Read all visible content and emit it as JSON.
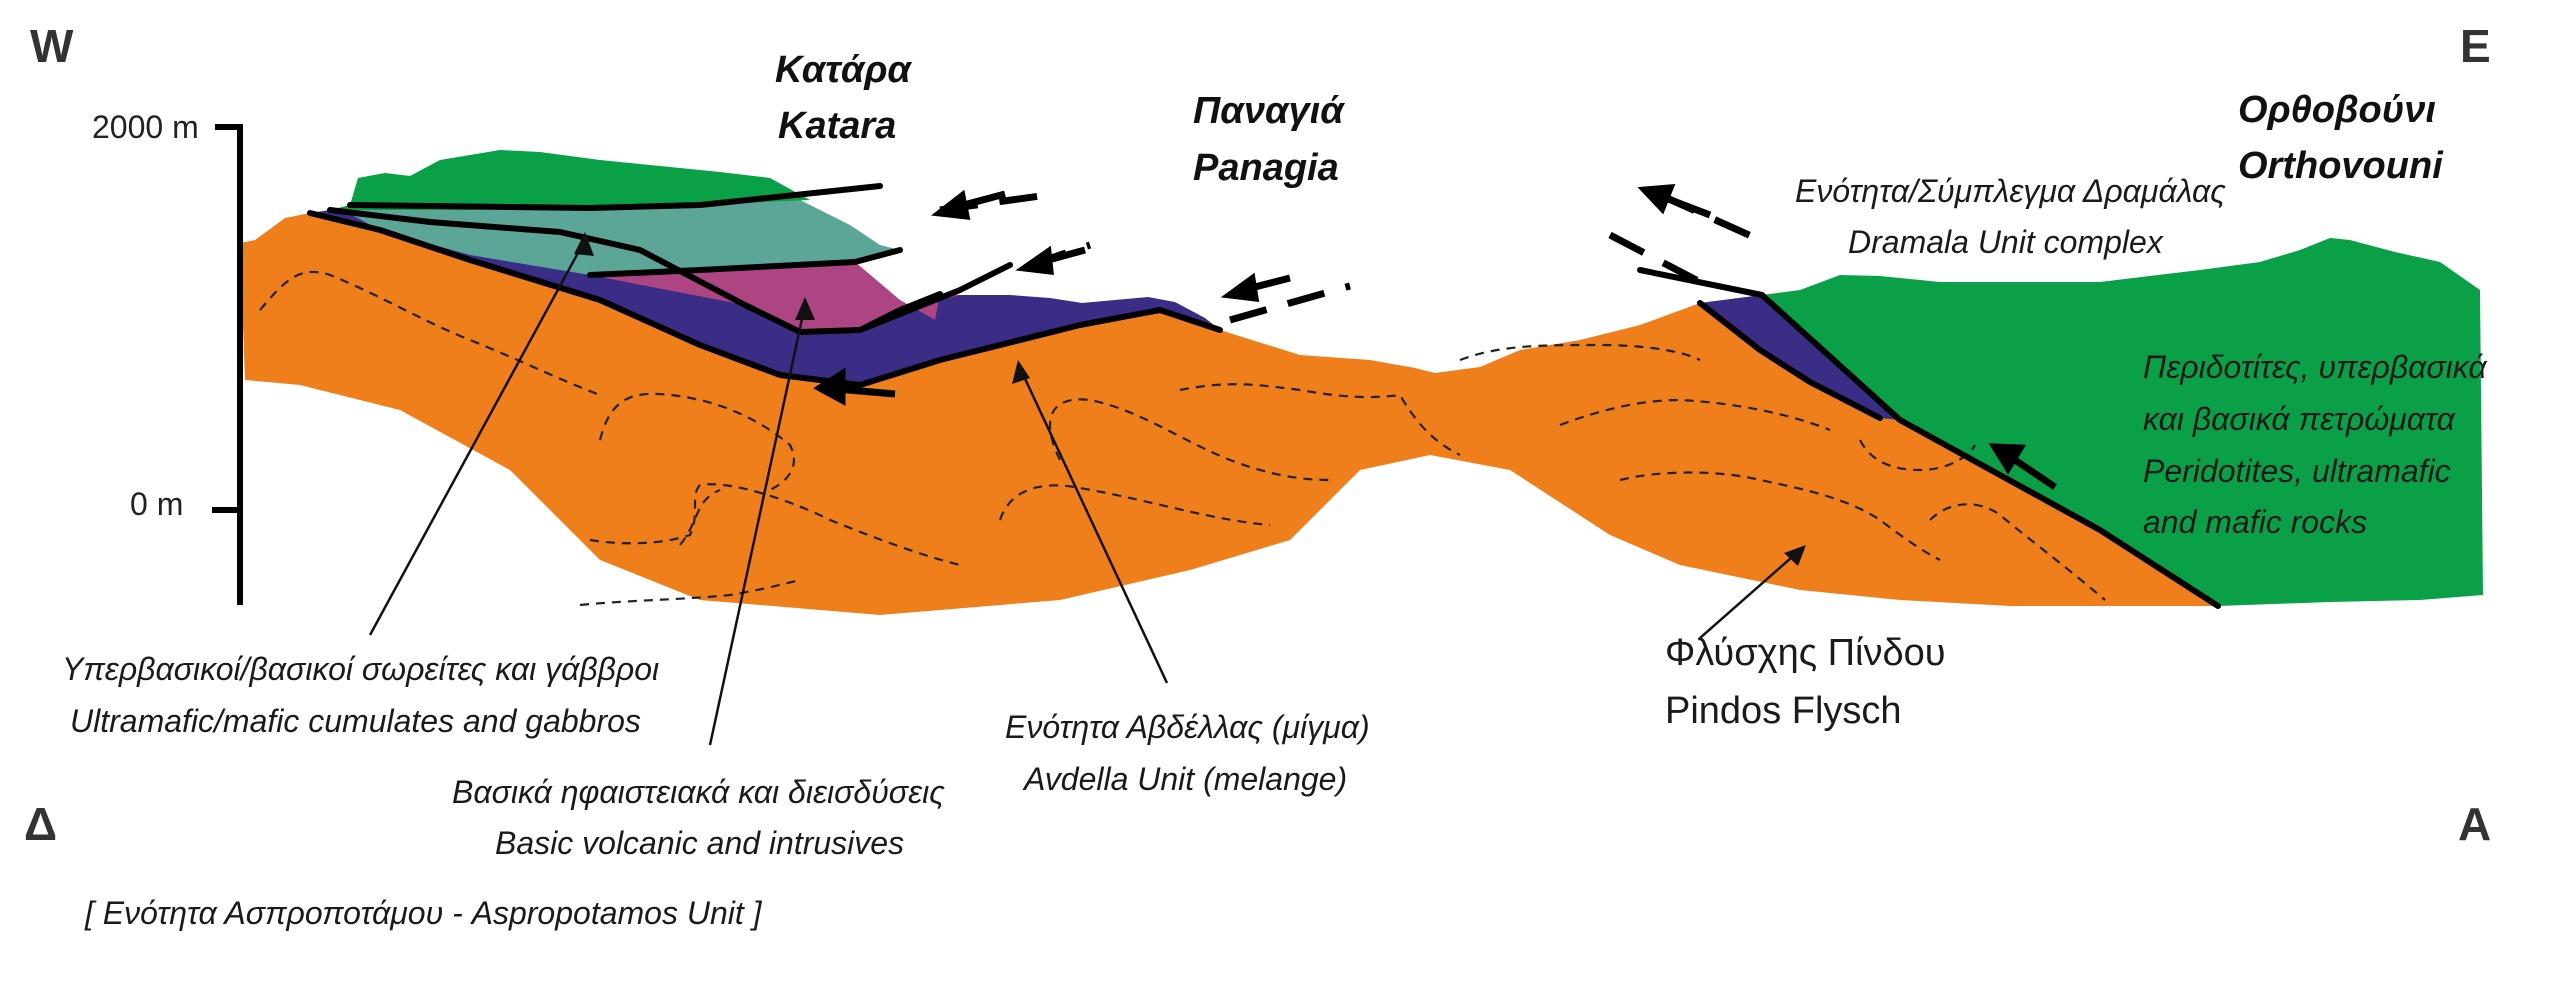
{
  "directions": {
    "west": "W",
    "east": "E",
    "west_greek": "Δ",
    "east_greek": "Α"
  },
  "altitude": {
    "top": "2000 m",
    "bottom": "0 m"
  },
  "places": {
    "katara_gr": "Κατάρα",
    "katara_en": "Katara",
    "panagia_gr": "Παναγιά",
    "panagia_en": "Panagia",
    "orthovouni_gr": "Ορθοβούνι",
    "orthovouni_en": "Orthovouni"
  },
  "units": {
    "dramala_gr": "Ενότητα/Σύμπλεγμα Δραμάλας",
    "dramala_en": "Dramala Unit complex",
    "peridotites_gr_1": "Περιδοτίτες, υπερβασικά",
    "peridotites_gr_2": "και βασικά πετρώματα",
    "peridotites_en_1": "Peridotites, ultramafic",
    "peridotites_en_2": "and mafic rocks",
    "cumulates_gr": "Υπερβασικοί/βασικοί σωρείτες και γάββροι",
    "cumulates_en": "Ultramafic/mafic cumulates and gabbros",
    "volcanic_gr": "Βασικά ηφαιστειακά και διεισδύσεις",
    "volcanic_en": "Basic volcanic and intrusives",
    "avdella_gr": "Ενότητα Αβδέλλας (μίγμα)",
    "avdella_en": "Avdella Unit (melange)",
    "flysch_gr": "Φλύσχης Πίνδου",
    "flysch_en": "Pindos Flysch",
    "aspropotamos": "[ Ενότητα Ασπροποτάμου - Aspropotamos Unit ]"
  },
  "colors": {
    "flysch": "#ef7f1a",
    "melange": "#392d86",
    "volcanic": "#ae4583",
    "cumulates": "#5ba696",
    "peridotites": "#0aa048",
    "line": "#000000"
  }
}
